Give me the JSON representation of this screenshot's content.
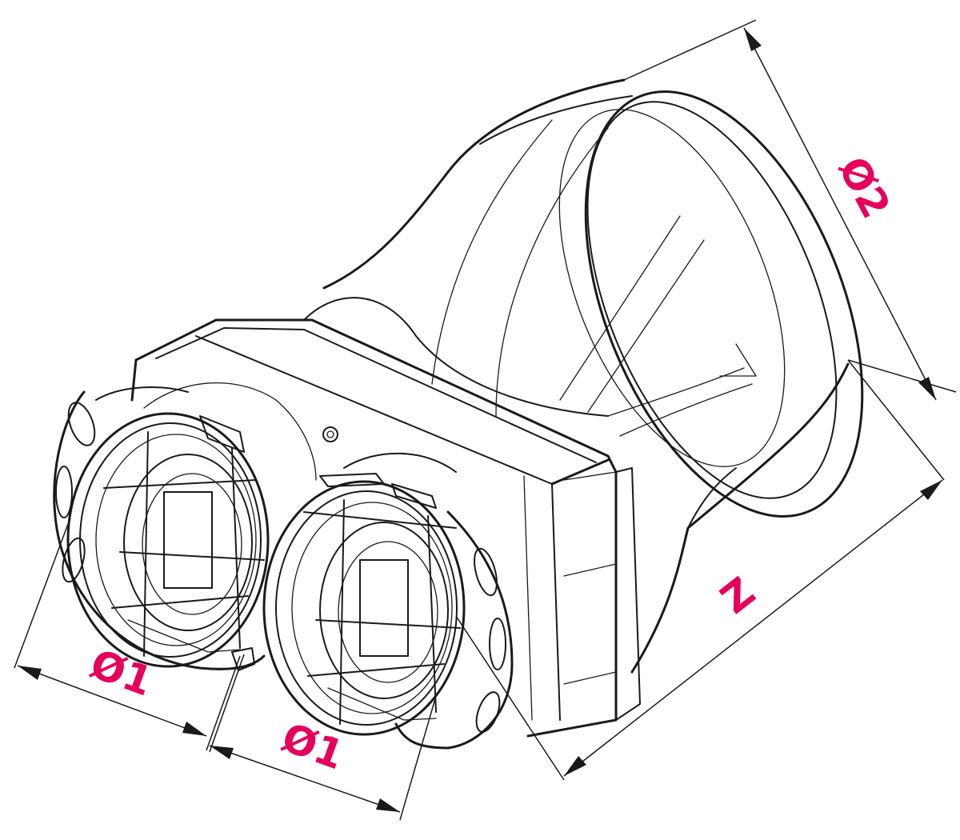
{
  "colors": {
    "label": "#e6005c",
    "line": "#1a1a1a",
    "background": "#ffffff"
  },
  "labels": {
    "d1_left": "Ø1",
    "d1_right": "Ø1",
    "d2": "Ø2",
    "length": "Z"
  }
}
